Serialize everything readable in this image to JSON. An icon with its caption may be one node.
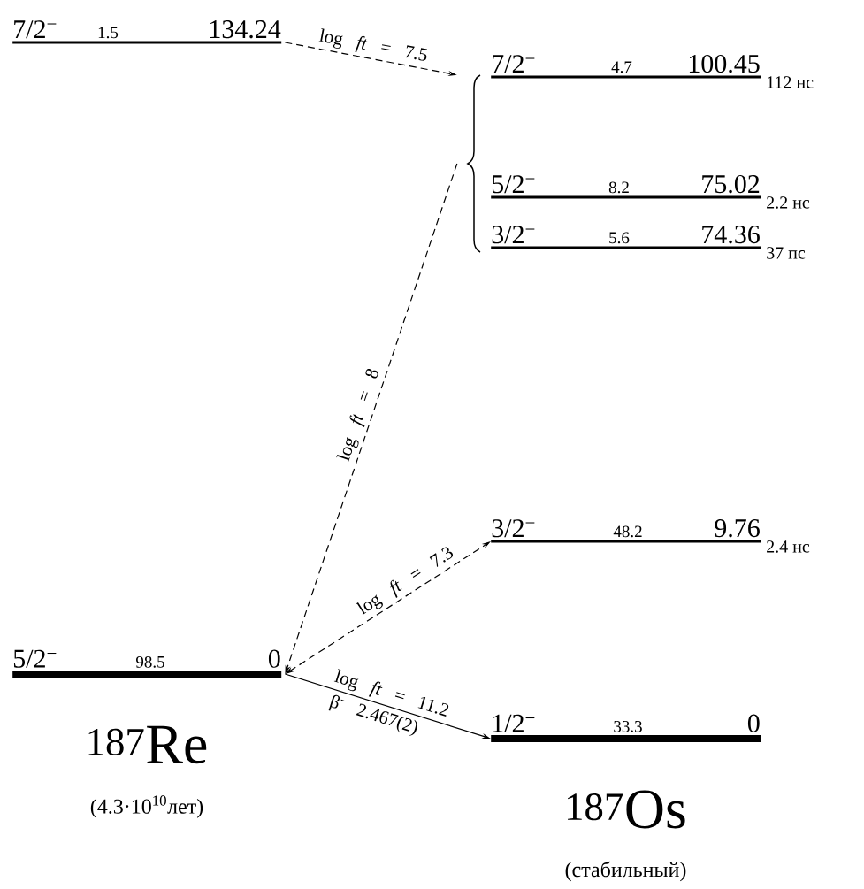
{
  "diagram": {
    "nodes": [
      {
        "text": [
          "7/2$^{−}$",
          "1.5",
          "134.24"
        ]
      },
      {
        "text": [],
        "shape": "brace"
      },
      {
        "text": [
          "7/2$^{−}$",
          "4.7",
          "100.45"
        ],
        "beside": [
          "112 нс"
        ]
      },
      {
        "text": [
          "5/2$^{−}$",
          "8.2",
          "75.02"
        ],
        "beside": [
          "2.2 нс"
        ]
      },
      {
        "text": [
          "3/2$^{−}$",
          "5.6",
          "74.36"
        ],
        "beside": [
          "37 пс"
        ]
      },
      {
        "text": [
          "3/2$^{−}$",
          "48.2",
          "9.76"
        ],
        "beside": [
          "2.4 нс"
        ]
      },
      {
        "text": [
          "5/2$^{−}$",
          "98.5",
          "0"
        ],
        "beside": [
          "$^{187}$Re",
          "(4.3·10$^{10}$лет)"
        ]
      },
      {
        "text": [
          "1/2$^{−}$",
          "33.3",
          "0"
        ],
        "beside": [
          "$^{187}$Os",
          "(стабильный)"
        ]
      }
    ],
    "edges": [
      {
        "from": 0,
        "to": 1,
        "arrow": "to",
        "style": "dashed",
        "label": "log *ft* = 7.5"
      },
      {
        "from": 1,
        "to": 6,
        "arrow": "to",
        "style": "dashed",
        "label": "log *ft* = 8"
      },
      {
        "from": 6,
        "to": 5,
        "arrow": "both",
        "style": "dashed",
        "label": "log *ft* = 7.3"
      },
      {
        "from": 6,
        "to": 7,
        "arrow": "to",
        "label": "log *ft* = 11.2"
      }
    ],
    "labels": [
      "β$^{-}$ 2.467(2)"
    ]
  }
}
